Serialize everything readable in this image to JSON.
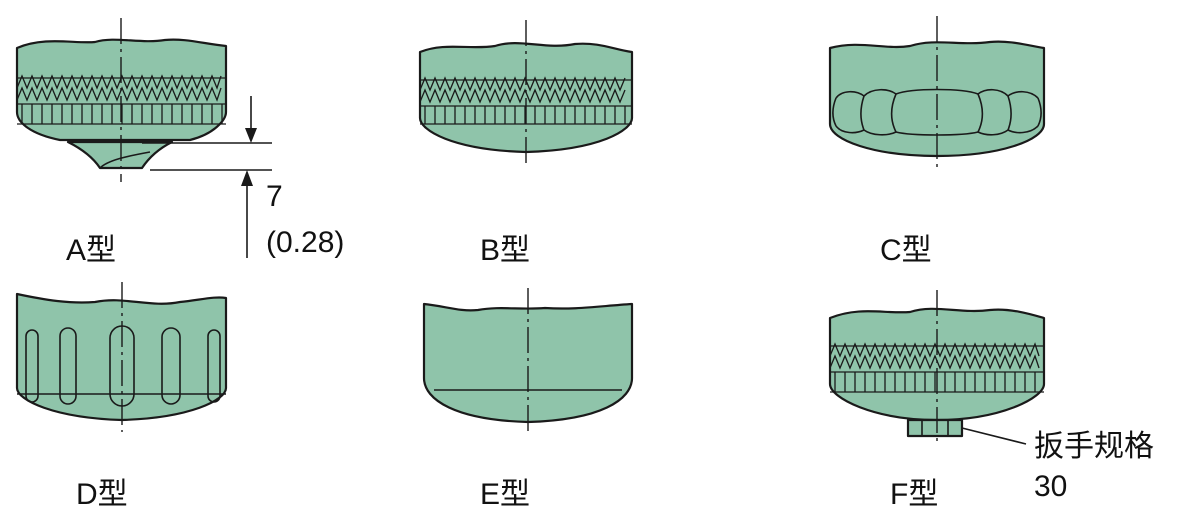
{
  "figure": {
    "type_labels": [
      "A型",
      "B型",
      "C型",
      "D型",
      "E型",
      "F型"
    ],
    "dimension": {
      "value": "7",
      "value_inch": "(0.28)"
    },
    "wrench": {
      "label": "扳手规格",
      "size": "30"
    },
    "colors": {
      "body_fill": "#8fc4aa",
      "outline": "#1a1a1a"
    }
  }
}
